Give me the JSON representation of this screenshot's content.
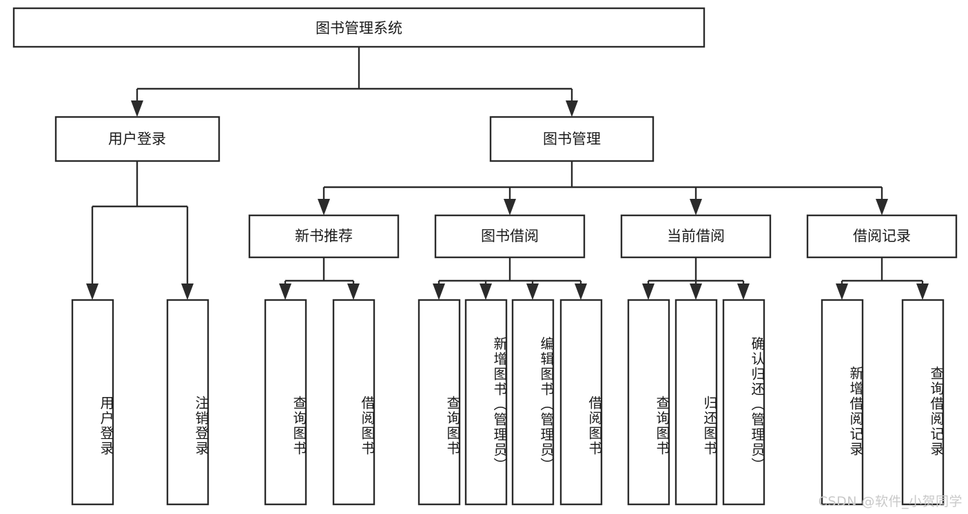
{
  "diagram": {
    "type": "tree",
    "title": "图书管理系统",
    "orientation": "top-down",
    "root": {
      "id": "root",
      "label": "图书管理系统",
      "level": 0
    },
    "level1": [
      {
        "id": "user-login",
        "label": "用户登录"
      },
      {
        "id": "book-manage",
        "label": "图书管理"
      }
    ],
    "level2": [
      {
        "id": "new-book-rec",
        "label": "新书推荐",
        "parent": "book-manage"
      },
      {
        "id": "book-borrow",
        "label": "图书借阅",
        "parent": "book-manage"
      },
      {
        "id": "current-borrow",
        "label": "当前借阅",
        "parent": "book-manage"
      },
      {
        "id": "borrow-record",
        "label": "借阅记录",
        "parent": "book-manage"
      }
    ],
    "leaves": [
      {
        "id": "leaf-user-login",
        "label": "用户登录",
        "parent": "user-login"
      },
      {
        "id": "leaf-user-logout",
        "label": "注销登录",
        "parent": "user-login"
      },
      {
        "id": "leaf-query-book-1",
        "label": "查询图书",
        "parent": "new-book-rec"
      },
      {
        "id": "leaf-borrow-book-1",
        "label": "借阅图书",
        "parent": "new-book-rec"
      },
      {
        "id": "leaf-query-book-2",
        "label": "查询图书",
        "parent": "book-borrow"
      },
      {
        "id": "leaf-add-book",
        "label": "新增图书（管理员）",
        "parent": "book-borrow"
      },
      {
        "id": "leaf-edit-book",
        "label": "编辑图书（管理员）",
        "parent": "book-borrow"
      },
      {
        "id": "leaf-borrow-book-2",
        "label": "借阅图书",
        "parent": "book-borrow"
      },
      {
        "id": "leaf-query-book-3",
        "label": "查询图书",
        "parent": "current-borrow"
      },
      {
        "id": "leaf-return-book",
        "label": "归还图书",
        "parent": "current-borrow"
      },
      {
        "id": "leaf-confirm-return",
        "label": "确认归还（管理员）",
        "parent": "current-borrow"
      },
      {
        "id": "leaf-add-record",
        "label": "新增借阅记录",
        "parent": "borrow-record"
      },
      {
        "id": "leaf-query-record",
        "label": "查询借阅记录",
        "parent": "borrow-record"
      }
    ],
    "colors": {
      "stroke": "#2b2b2b",
      "fill": "#ffffff",
      "text": "#1a1a1a",
      "watermark": "#c9c9c9"
    }
  },
  "watermark": {
    "text": "CSDN @软件_小贺同学"
  }
}
